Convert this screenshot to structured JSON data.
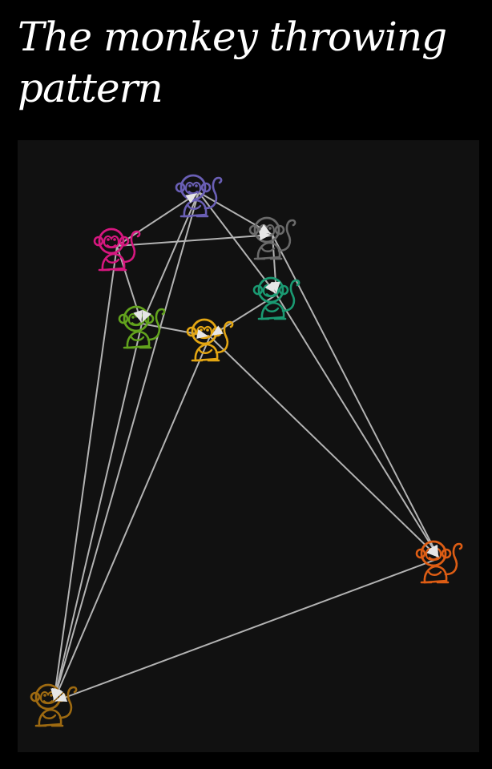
{
  "title": "The monkey throwing pattern",
  "colors": {
    "background": "#000000",
    "panel": "#111111",
    "edge": "#b3b3b3",
    "arrow": "#e6e6e6",
    "title": "#ffffff"
  },
  "nodes": [
    {
      "id": "purple",
      "icon": "monkey-icon",
      "color": "#6a5fb5"
    },
    {
      "id": "magenta",
      "icon": "monkey-icon",
      "color": "#d6177f"
    },
    {
      "id": "gray",
      "icon": "monkey-icon",
      "color": "#6a6a6a"
    },
    {
      "id": "teal",
      "icon": "monkey-icon",
      "color": "#1a9a72"
    },
    {
      "id": "green",
      "icon": "monkey-icon",
      "color": "#62a31d"
    },
    {
      "id": "yellow",
      "icon": "monkey-icon",
      "color": "#e3a613"
    },
    {
      "id": "orange",
      "icon": "monkey-icon",
      "color": "#dd5d14"
    },
    {
      "id": "brown",
      "icon": "monkey-icon",
      "color": "#9e6a11"
    }
  ],
  "edges": [
    {
      "from": "magenta",
      "to": "purple"
    },
    {
      "from": "magenta",
      "to": "gray"
    },
    {
      "from": "magenta",
      "to": "green"
    },
    {
      "from": "purple",
      "to": "gray"
    },
    {
      "from": "purple",
      "to": "green"
    },
    {
      "from": "purple",
      "to": "teal"
    },
    {
      "from": "gray",
      "to": "teal"
    },
    {
      "from": "teal",
      "to": "yellow"
    },
    {
      "from": "green",
      "to": "yellow"
    },
    {
      "from": "yellow",
      "to": "orange"
    },
    {
      "from": "teal",
      "to": "orange"
    },
    {
      "from": "gray",
      "to": "orange"
    },
    {
      "from": "orange",
      "to": "brown"
    },
    {
      "from": "magenta",
      "to": "brown"
    },
    {
      "from": "purple",
      "to": "brown"
    },
    {
      "from": "green",
      "to": "brown"
    },
    {
      "from": "yellow",
      "to": "brown"
    }
  ]
}
